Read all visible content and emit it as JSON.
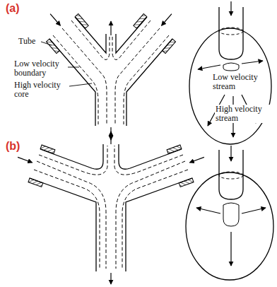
{
  "diagram": {
    "labels": [
      "(a)",
      "Tube",
      "Low velocity boundary",
      "High velocity core",
      "Low velocity stream",
      "High velocity stream",
      "(b)"
    ]
  }
}
